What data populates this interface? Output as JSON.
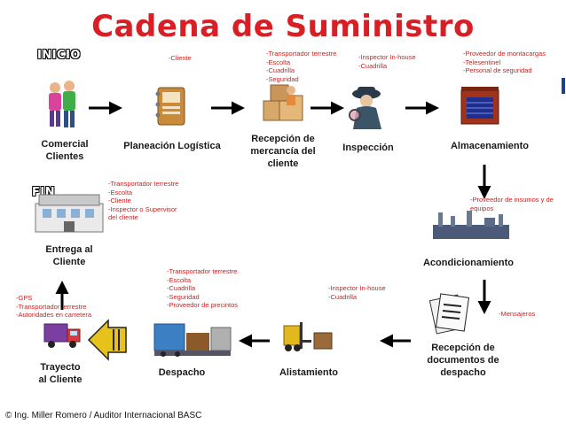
{
  "title": "Cadena de Suministro",
  "tags": {
    "start": "INICIO",
    "end": "FIN"
  },
  "steps": [
    {
      "label": "Comercial\nClientes",
      "icon": "people-icon",
      "notes": []
    },
    {
      "label": "Planeación Logística",
      "icon": "planner-book-icon",
      "notes": [
        "-Cliente"
      ]
    },
    {
      "label": "Recepción de\nmercancía del\ncliente",
      "icon": "boxes-icon",
      "notes": [
        "-Transportador terrestre",
        "-Escolta",
        "-Cuadrilla",
        "-Seguridad"
      ]
    },
    {
      "label": "Inspección",
      "icon": "detective-icon",
      "notes": [
        "-Inspector In-house",
        "-Cuadrilla"
      ]
    },
    {
      "label": "Almacenamiento",
      "icon": "warehouse-icon",
      "notes": [
        "-Proveedor de montacargas",
        "-Telesentinel",
        "-Personal de seguridad"
      ]
    },
    {
      "label": "Acondicionamiento",
      "icon": "factory-icon",
      "notes": [
        "-Proveedor de insumos y de",
        "equipos"
      ]
    },
    {
      "label": "Recepción de\ndocumentos de\ndespacho",
      "icon": "documents-icon",
      "notes": [
        "-Mensajeros"
      ]
    },
    {
      "label": "Alistamiento",
      "icon": "forklift-icon",
      "notes": [
        "-Inspector In-house",
        "-Cuadrilla"
      ]
    },
    {
      "label": "Despacho",
      "icon": "dock-icon",
      "notes": [
        "-Transportador terrestre",
        "-Escolta",
        "-Cuadrilla",
        "-Seguridad",
        "-Proveedor de precintos"
      ]
    },
    {
      "label": "Trayecto\nal Cliente",
      "icon": "truck-icon",
      "notes": [
        "-GPS",
        "-Transportador terrestre",
        "-Autoridades en carretera"
      ]
    },
    {
      "label": "Entrega al\nCliente",
      "icon": "store-icon",
      "notes": [
        "-Transportador terrestre",
        "-Escolta",
        "-Cliente",
        "-Inspector o Supervisor",
        "del cliente"
      ]
    }
  ],
  "footer": "© Ing. Miller Romero / Auditor Internacional BASC",
  "colors": {
    "title": "#d81f26",
    "notes": "#d0211f",
    "arrows": "#000000"
  }
}
